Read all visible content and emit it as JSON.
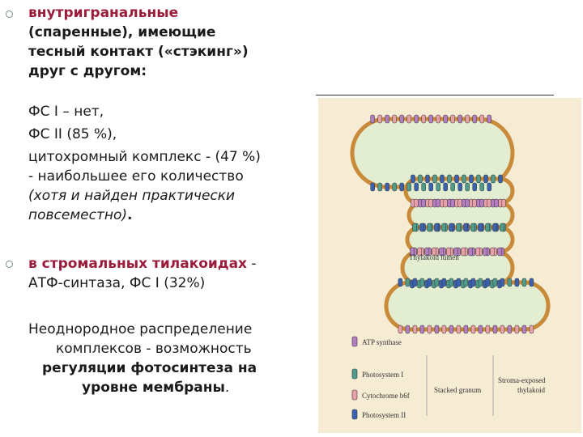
{
  "block1": {
    "lines": [
      "внутригранальные",
      "(спаренные), имеющие",
      "тесный контакт («стэкинг»)",
      "друг с другом:"
    ]
  },
  "block2": {
    "lines": [
      "ФС I – нет,",
      "ФС II (85 %),",
      "цитохромный комплекс - (47 %)",
      "- наибольшее его количество"
    ],
    "italic_lines": [
      "(хотя и найден практически",
      "повсеместно)"
    ],
    "trailing_dot": "."
  },
  "block3": {
    "red": "в стромальных тилакоидах",
    "dash": " -",
    "line2": "АТФ-синтаза,  ФС I (32%)"
  },
  "block4": {
    "line1": "Неоднородное распределение",
    "line2": "комплексов - возможность",
    "line3": "регуляции фотосинтеза на",
    "line4_bold": "уровне мембраны",
    "line4_dot": "."
  },
  "figure": {
    "lumen_label": "Thylakoid lumen",
    "legend": [
      "ATP synthase",
      "Photosystem I",
      "Cytochrome b6f",
      "Photosystem II"
    ],
    "stacked_label": "Stacked granum",
    "stroma_label_1": "Stroma-exposed",
    "stroma_label_2": "thylakoid",
    "colors": {
      "background": "#f6ecd3",
      "lumen": "#e2edd2",
      "membrane": "#c98a3a",
      "atp_synthase": "#b47fc2",
      "photosystem_1": "#4e9c8c",
      "cytochrome": "#e8a1a8",
      "photosystem_2": "#3a62b0"
    }
  }
}
